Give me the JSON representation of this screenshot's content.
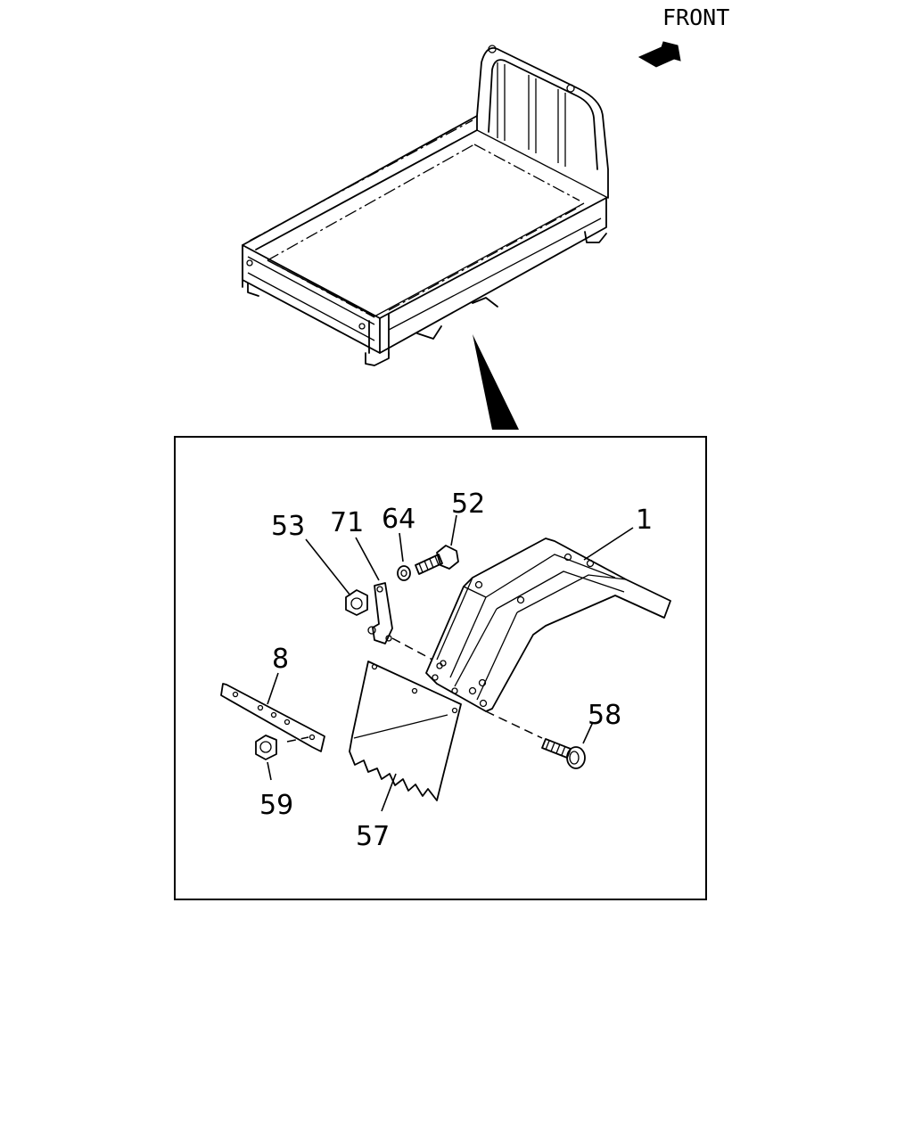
{
  "front_label": "FRONT",
  "callouts": {
    "c1": "1",
    "c8": "8",
    "c52": "52",
    "c53": "53",
    "c57": "57",
    "c58": "58",
    "c59": "59",
    "c64": "64",
    "c71": "71"
  },
  "icons": {
    "front_arrow": "arrow-right-icon",
    "pointer": "wedge-pointer-icon"
  }
}
